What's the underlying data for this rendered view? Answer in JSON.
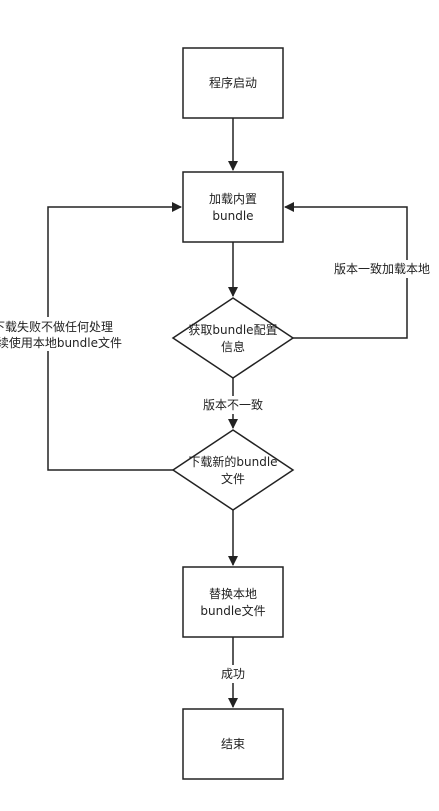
{
  "nodes": {
    "start": {
      "lines": [
        "程序启动"
      ]
    },
    "load_builtin": {
      "lines": [
        "加载内置",
        "bundle"
      ]
    },
    "get_config": {
      "lines": [
        "获取bundle配置",
        "信息"
      ]
    },
    "download": {
      "lines": [
        "下载新的bundle",
        "文件"
      ]
    },
    "replace": {
      "lines": [
        "替换本地",
        "bundle文件"
      ]
    },
    "end": {
      "lines": [
        "结束"
      ]
    }
  },
  "edge_labels": {
    "version_same": "版本一致加载本地",
    "version_diff": "版本不一致",
    "download_fail_1": "下载失败不做任何处理",
    "download_fail_2": "继续使用本地bundle文件",
    "success": "成功"
  }
}
